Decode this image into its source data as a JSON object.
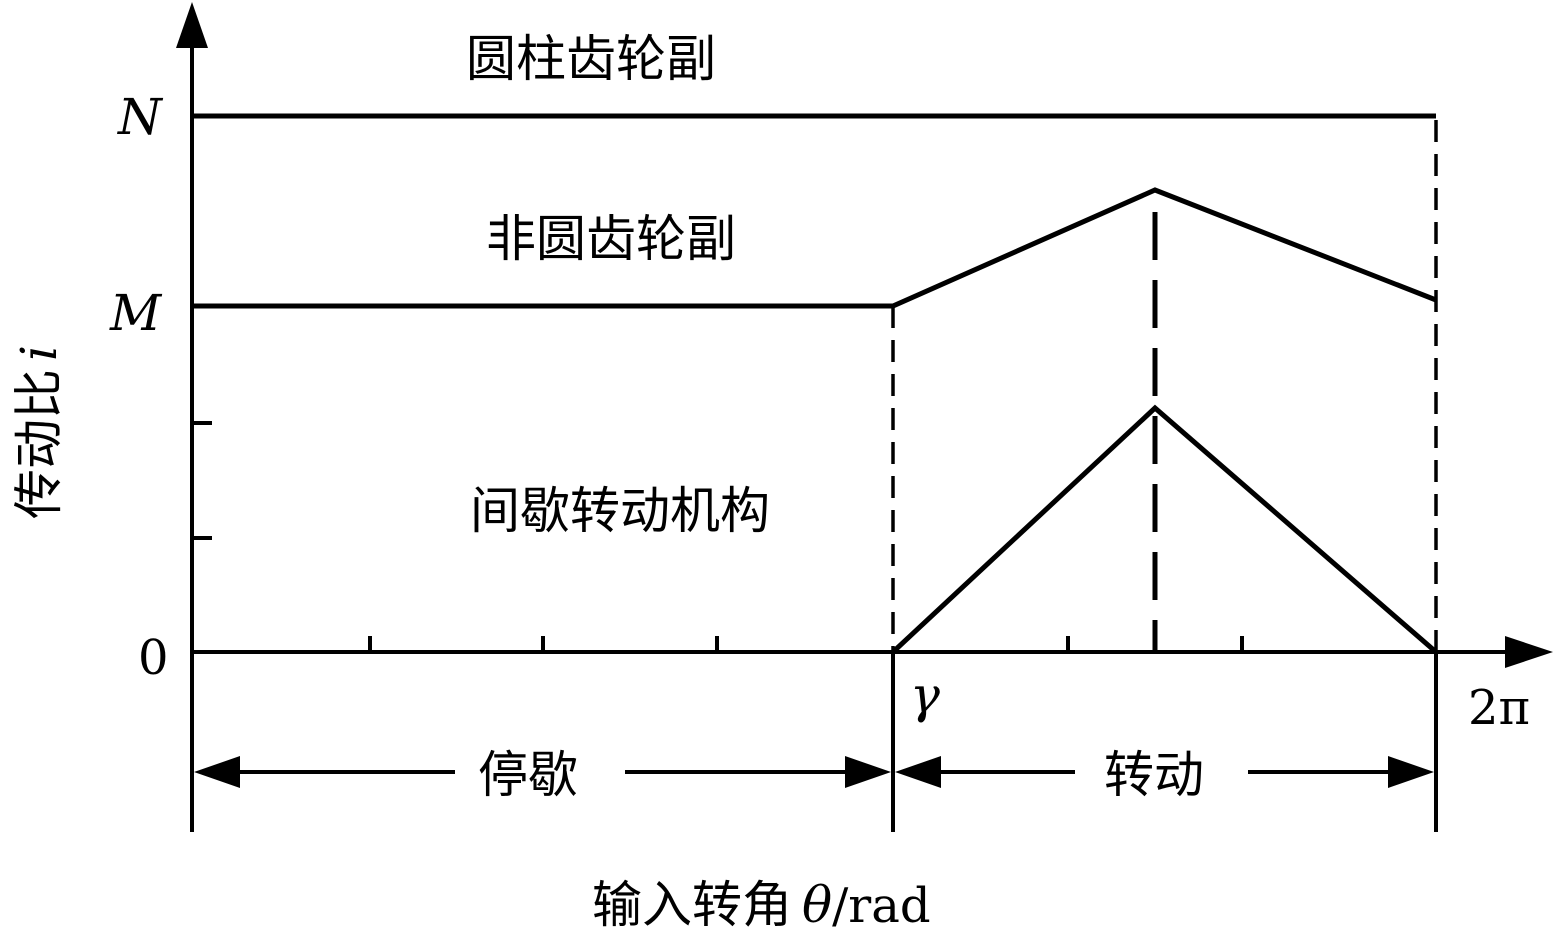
{
  "diagram": {
    "y_axis_label": {
      "prefix": "传动比",
      "symbol": "i"
    },
    "x_axis_label": {
      "prefix": "输入转角",
      "symbol": "θ",
      "unit": "/rad"
    },
    "y_ticks": {
      "N": "N",
      "M": "M",
      "zero": "0"
    },
    "x_ticks": {
      "gamma": "γ",
      "two_pi": "2π"
    },
    "curve_labels": {
      "cylindrical": "圆柱齿轮副",
      "noncircular": "非圆齿轮副",
      "intermittent": "间歇转动机构"
    },
    "phases": {
      "dwell": "停歇",
      "rotation": "转动"
    }
  }
}
